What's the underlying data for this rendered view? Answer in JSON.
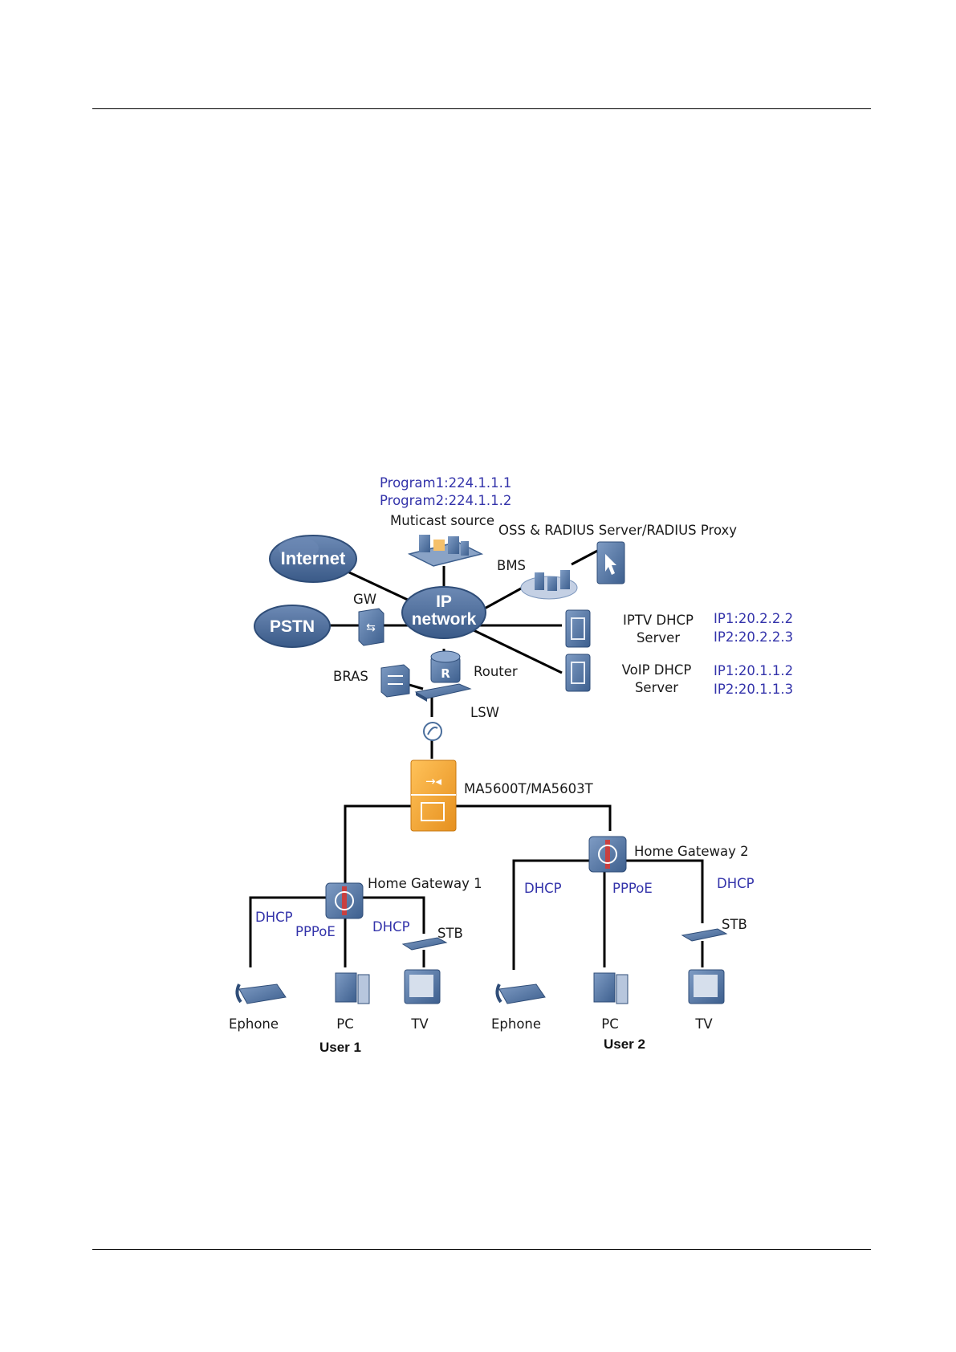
{
  "multicast": {
    "program1": "Program1:224.1.1.1",
    "program2": "Program2:224.1.1.2",
    "source_label": "Muticast source"
  },
  "clouds": {
    "internet": "Internet",
    "pstn": "PSTN",
    "ip_line1": "IP",
    "ip_line2": "network"
  },
  "nodes": {
    "oss": "OSS & RADIUS Server/RADIUS Proxy",
    "bms": "BMS",
    "gw": "GW",
    "iptv_line1": "IPTV DHCP",
    "iptv_line2": "Server",
    "iptv_ip1": "IP1:20.2.2.2",
    "iptv_ip2": "IP2:20.2.2.3",
    "voip_line1": "VoIP DHCP",
    "voip_line2": "Server",
    "voip_ip1": "IP1:20.1.1.2",
    "voip_ip2": "IP2:20.1.1.3",
    "router": "Router",
    "bras": "BRAS",
    "lsw": "LSW",
    "olt": "MA5600T/MA5603T",
    "hg1": "Home Gateway 1",
    "hg2": "Home Gateway 2"
  },
  "user1": {
    "dhcp_left": "DHCP",
    "pppoe": "PPPoE",
    "dhcp_right": "DHCP",
    "stb": "STB",
    "ephone": "Ephone",
    "pc": "PC",
    "tv": "TV",
    "title": "User 1"
  },
  "user2": {
    "dhcp_left": "DHCP",
    "pppoe": "PPPoE",
    "dhcp_right": "DHCP",
    "stb": "STB",
    "ephone": "Ephone",
    "pc": "PC",
    "tv": "TV",
    "title": "User 2"
  },
  "colors": {
    "cloud": "#3e5e8c",
    "device": "#4a6e9c",
    "olt": "#f0a030",
    "protocol_text": "#3333aa"
  }
}
